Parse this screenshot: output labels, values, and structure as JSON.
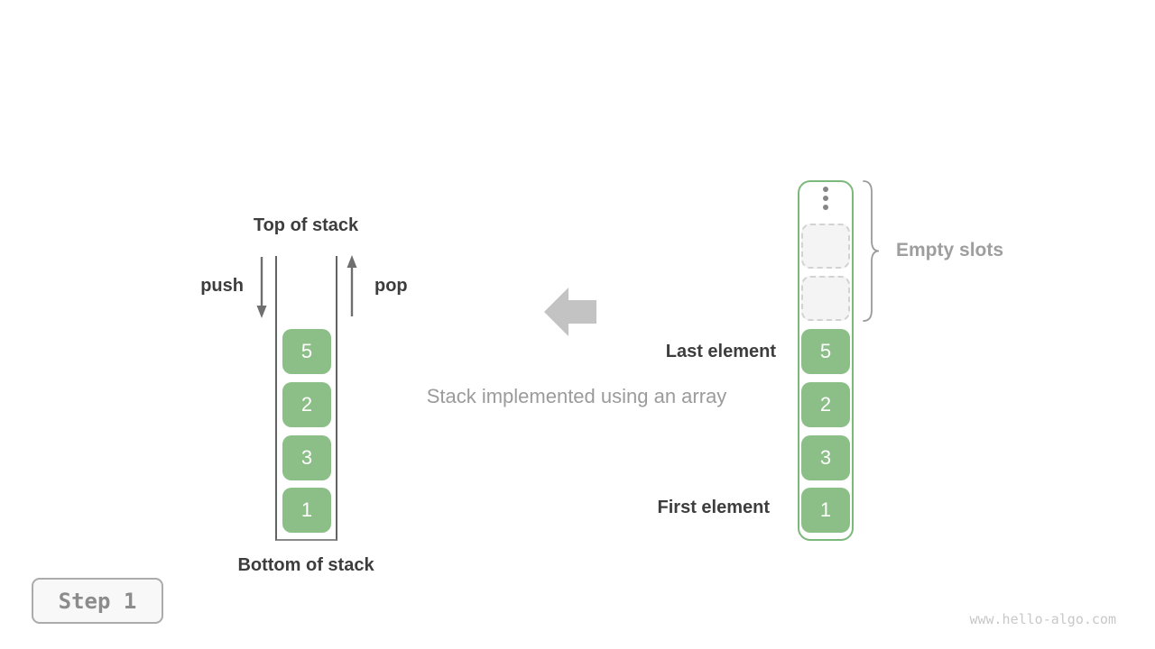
{
  "stack_diagram": {
    "top_label": "Top of stack",
    "bottom_label": "Bottom of stack",
    "push_label": "push",
    "pop_label": "pop",
    "values": [
      "5",
      "2",
      "3",
      "1"
    ]
  },
  "middle": {
    "caption": "Stack implemented using an array",
    "arrow_icon": "left-block-arrow"
  },
  "array_diagram": {
    "ellipsis_icon": "vertical-ellipsis",
    "empty_slots_count": 2,
    "values": [
      "5",
      "2",
      "3",
      "1"
    ],
    "empty_slots_label": "Empty slots",
    "last_element_label": "Last element",
    "first_element_label": "First element"
  },
  "footer": {
    "step_label": "Step 1",
    "watermark": "www.hello-algo.com"
  },
  "colors": {
    "cell_green": "#8cbf88",
    "array_border_green": "#7db87b",
    "gray_text": "#9e9e9e",
    "dark_text": "#3d3d3d",
    "block_arrow_gray": "#c3c3c3",
    "line_gray": "#636363"
  }
}
